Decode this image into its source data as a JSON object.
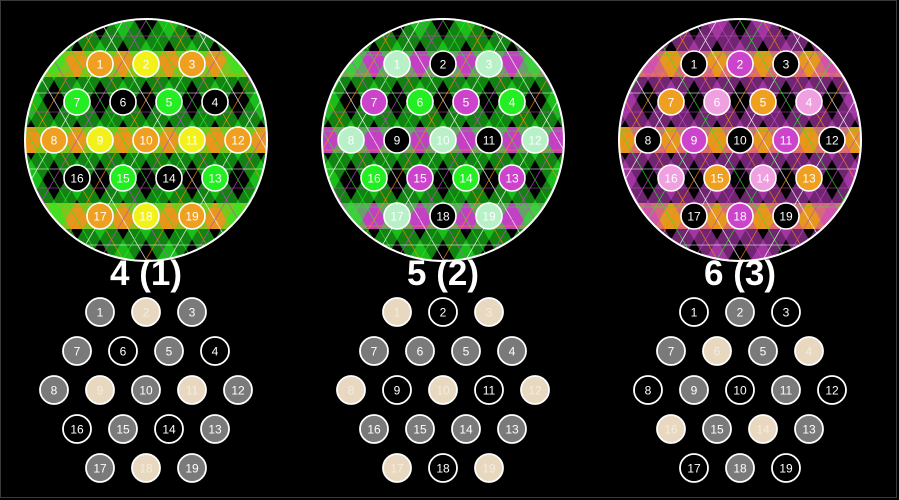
{
  "panels": [
    {
      "title": "4 (1)",
      "background": "#f0a020",
      "stripe_color": "#f0a020",
      "diag_color": "#22ee22",
      "circle_cells": {
        "1": "orange",
        "2": "yellow",
        "3": "orange",
        "7": "green",
        "6": "black",
        "5": "green",
        "4": "black",
        "8": "orange",
        "9": "yellow",
        "10": "orange",
        "11": "yellow",
        "12": "orange",
        "16": "black",
        "15": "green",
        "14": "black",
        "13": "green",
        "17": "orange",
        "18": "yellow",
        "19": "orange"
      },
      "dots": {
        "1": "gray",
        "2": "tan",
        "3": "gray",
        "7": "gray",
        "6": "black",
        "5": "gray",
        "4": "black",
        "8": "gray",
        "9": "tan",
        "10": "gray",
        "11": "tan",
        "12": "gray",
        "16": "black",
        "15": "gray",
        "14": "black",
        "13": "gray",
        "17": "gray",
        "18": "tan",
        "19": "gray"
      }
    },
    {
      "title": "5 (2)",
      "background": "#000000",
      "stripe_color": "#cc44cc",
      "diag_color": "#22ee22",
      "circle_cells": {
        "1": "lightgreen",
        "2": "black",
        "3": "lightgreen",
        "7": "magenta",
        "6": "green",
        "5": "magenta",
        "4": "green",
        "8": "lightgreen",
        "9": "black",
        "10": "lightgreen",
        "11": "black",
        "12": "lightgreen",
        "16": "green",
        "15": "magenta",
        "14": "green",
        "13": "magenta",
        "17": "lightgreen",
        "18": "black",
        "19": "lightgreen"
      },
      "dots": {
        "1": "tan",
        "2": "black",
        "3": "tan",
        "7": "gray",
        "6": "gray",
        "5": "gray",
        "4": "gray",
        "8": "tan",
        "9": "black",
        "10": "tan",
        "11": "black",
        "12": "tan",
        "16": "gray",
        "15": "gray",
        "14": "gray",
        "13": "gray",
        "17": "tan",
        "18": "black",
        "19": "tan"
      }
    },
    {
      "title": "6 (3)",
      "background": "#000000",
      "stripe_color": "#f0a020",
      "diag_color": "#cc44cc",
      "circle_cells": {
        "1": "black",
        "2": "magenta",
        "3": "black",
        "7": "orange",
        "6": "pink",
        "5": "orange",
        "4": "pink",
        "8": "black",
        "9": "magenta",
        "10": "black",
        "11": "magenta",
        "12": "black",
        "16": "pink",
        "15": "orange",
        "14": "pink",
        "13": "orange",
        "17": "black",
        "18": "magenta",
        "19": "black"
      },
      "dots": {
        "1": "black",
        "2": "gray",
        "3": "black",
        "7": "gray",
        "6": "tan",
        "5": "gray",
        "4": "tan",
        "8": "black",
        "9": "gray",
        "10": "black",
        "11": "gray",
        "12": "black",
        "16": "tan",
        "15": "gray",
        "14": "tan",
        "13": "gray",
        "17": "black",
        "18": "gray",
        "19": "black"
      }
    }
  ],
  "rows": [
    [
      "1",
      "2",
      "3"
    ],
    [
      "7",
      "6",
      "5",
      "4"
    ],
    [
      "8",
      "9",
      "10",
      "11",
      "12"
    ],
    [
      "16",
      "15",
      "14",
      "13"
    ],
    [
      "17",
      "18",
      "19"
    ]
  ],
  "palette": {
    "orange": "#f0a020",
    "yellow": "#f2f21a",
    "green": "#22ee22",
    "lightgreen": "#b8f0c8",
    "magenta": "#cc44cc",
    "pink": "#f0a0e0",
    "black": "#000000",
    "gray": "#7a7a7a",
    "tan": "#e8d8c0"
  }
}
